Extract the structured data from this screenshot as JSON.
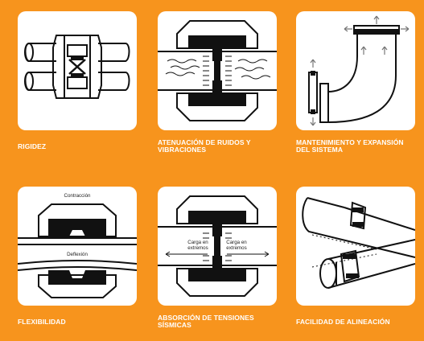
{
  "colors": {
    "background": "#f7941d",
    "panel": "#ffffff",
    "ink": "#111111",
    "caption": "#ffffff"
  },
  "panels": [
    {
      "caption": "RIGIDEZ",
      "icon": "rigid-coupling-icon"
    },
    {
      "caption": "ATENUACIÓN DE RUIDOS Y VIBRACIONES",
      "icon": "vibration-dampening-icon"
    },
    {
      "caption": "MANTENIMIENTO Y EXPANSIÓN DEL SISTEMA",
      "icon": "maintenance-expansion-icon"
    },
    {
      "caption": "FLEXIBILIDAD",
      "icon": "flexible-coupling-icon",
      "labels": {
        "top": "Contracción",
        "bottom": "Deflexión"
      }
    },
    {
      "caption": "ABSORCIÓN DE TENSIONES SÍSMICAS",
      "icon": "seismic-absorption-icon",
      "labels": {
        "left_1": "Carga en",
        "left_2": "extremos",
        "right_1": "Carga en",
        "right_2": "extremos"
      }
    },
    {
      "caption": "FACILIDAD DE ALINEACIÓN",
      "icon": "alignment-icon"
    }
  ]
}
